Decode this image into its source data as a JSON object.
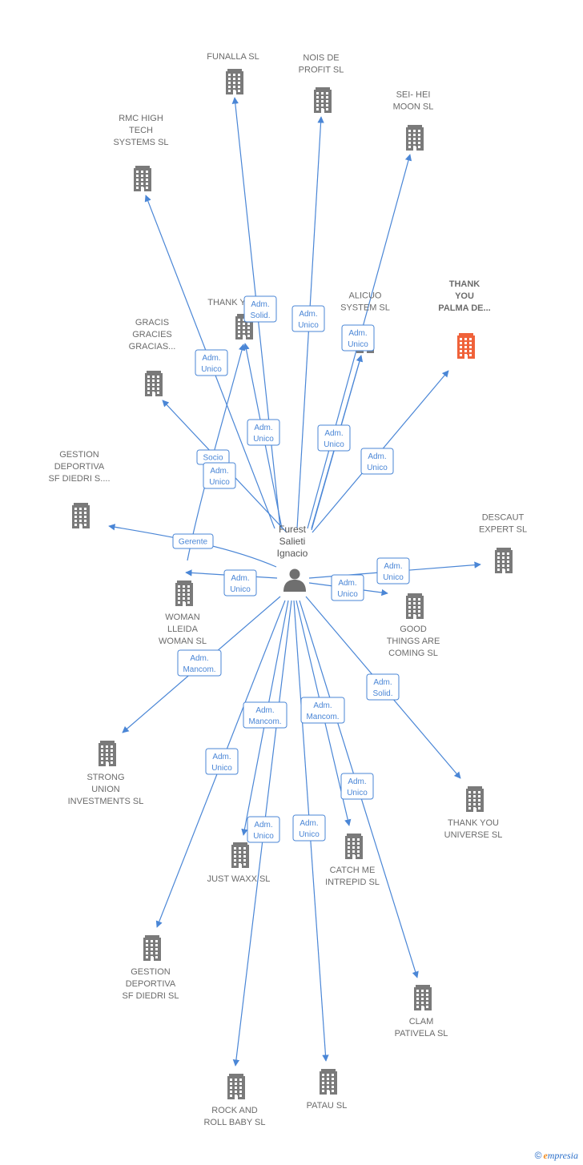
{
  "colors": {
    "edge": "#4a86d6",
    "building": "#7a7a7a",
    "highlight": "#f0623a",
    "label": "#6b6b6b"
  },
  "center": {
    "name_lines": [
      "Furest",
      "Salieti",
      "Ignacio"
    ],
    "icon": "person-icon"
  },
  "companies": [
    {
      "id": "funalla",
      "lines": [
        "FUNALLA  SL"
      ],
      "highlight": false
    },
    {
      "id": "nois",
      "lines": [
        "NOIS DE",
        "PROFIT  SL"
      ],
      "highlight": false
    },
    {
      "id": "seihei",
      "lines": [
        "SEI- HEI",
        "MOON  SL"
      ],
      "highlight": false
    },
    {
      "id": "rmc",
      "lines": [
        "RMC HIGH",
        "TECH",
        "SYSTEMS  SL"
      ],
      "highlight": false
    },
    {
      "id": "thanky",
      "lines": [
        "THANK Y"
      ],
      "highlight": false
    },
    {
      "id": "alicuo",
      "lines": [
        "ALICUO",
        "SYSTEM SL"
      ],
      "highlight": false
    },
    {
      "id": "thankpalma",
      "lines": [
        "THANK",
        "YOU",
        "PALMA DE..."
      ],
      "highlight": true
    },
    {
      "id": "gracis",
      "lines": [
        "GRACIS",
        "GRACIES",
        "GRACIAS..."
      ],
      "highlight": false
    },
    {
      "id": "gestion1",
      "lines": [
        "GESTION",
        "DEPORTIVA",
        "SF DIEDRI S...."
      ],
      "highlight": false
    },
    {
      "id": "descaut",
      "lines": [
        "DESCAUT",
        "EXPERT SL"
      ],
      "highlight": false
    },
    {
      "id": "woman",
      "lines": [
        "WOMAN",
        "LLEIDA",
        "WOMAN SL"
      ],
      "highlight": false
    },
    {
      "id": "good",
      "lines": [
        "GOOD",
        "THINGS ARE",
        "COMING  SL"
      ],
      "highlight": false
    },
    {
      "id": "strong",
      "lines": [
        "STRONG",
        "UNION",
        "INVESTMENTS SL"
      ],
      "highlight": false
    },
    {
      "id": "universe",
      "lines": [
        "THANK YOU",
        "UNIVERSE  SL"
      ],
      "highlight": false
    },
    {
      "id": "justwaxx",
      "lines": [
        "JUST WAXX SL"
      ],
      "highlight": false
    },
    {
      "id": "catchme",
      "lines": [
        "CATCH ME",
        "INTREPID  SL"
      ],
      "highlight": false
    },
    {
      "id": "gestion2",
      "lines": [
        "GESTION",
        "DEPORTIVA",
        "SF DIEDRI  SL"
      ],
      "highlight": false
    },
    {
      "id": "clam",
      "lines": [
        "CLAM",
        "PATIVELA  SL"
      ],
      "highlight": false
    },
    {
      "id": "rock",
      "lines": [
        "ROCK AND",
        "ROLL BABY  SL"
      ],
      "highlight": false
    },
    {
      "id": "patau",
      "lines": [
        "PATAU SL"
      ],
      "highlight": false
    }
  ],
  "relations": [
    {
      "to": "funalla",
      "role": [
        "Adm.",
        "Solid."
      ]
    },
    {
      "to": "nois",
      "role": [
        "Adm.",
        "Unico"
      ]
    },
    {
      "to": "seihei",
      "role": [
        "Adm.",
        "Unico"
      ]
    },
    {
      "to": "rmc",
      "role": [
        "Adm.",
        "Unico"
      ]
    },
    {
      "to": "thanky",
      "role": [
        "Adm.",
        "Unico"
      ]
    },
    {
      "to": "thanky",
      "role": [
        "Socio"
      ]
    },
    {
      "to": "alicuo",
      "role": [
        "Adm.",
        "Unico"
      ]
    },
    {
      "to": "alicuo",
      "role": [
        "Adm.",
        "Unico"
      ]
    },
    {
      "to": "thankpalma",
      "role": [
        "Adm.",
        "Unico"
      ]
    },
    {
      "to": "gracis",
      "role": [
        "Adm.",
        "Unico"
      ]
    },
    {
      "to": "gestion1",
      "role": [
        "Gerente"
      ]
    },
    {
      "to": "descaut",
      "role": [
        "Adm.",
        "Unico"
      ]
    },
    {
      "to": "woman",
      "role": [
        "Adm.",
        "Unico"
      ]
    },
    {
      "to": "good",
      "role": [
        "Adm.",
        "Unico"
      ]
    },
    {
      "to": "strong",
      "role": [
        "Adm.",
        "Mancom."
      ]
    },
    {
      "to": "universe",
      "role": [
        "Adm.",
        "Solid."
      ]
    },
    {
      "to": "justwaxx",
      "role": [
        "Adm.",
        "Mancom."
      ]
    },
    {
      "to": "catchme",
      "role": [
        "Adm.",
        "Mancom."
      ]
    },
    {
      "to": "gestion2",
      "role": [
        "Adm.",
        "Unico"
      ]
    },
    {
      "to": "clam",
      "role": [
        "Adm.",
        "Unico"
      ]
    },
    {
      "to": "rock",
      "role": [
        "Adm.",
        "Unico"
      ]
    },
    {
      "to": "patau",
      "role": [
        "Adm.",
        "Unico"
      ]
    }
  ],
  "footer": {
    "copyright": "©",
    "brand_initial": "e",
    "brand_rest": "mpresia"
  }
}
